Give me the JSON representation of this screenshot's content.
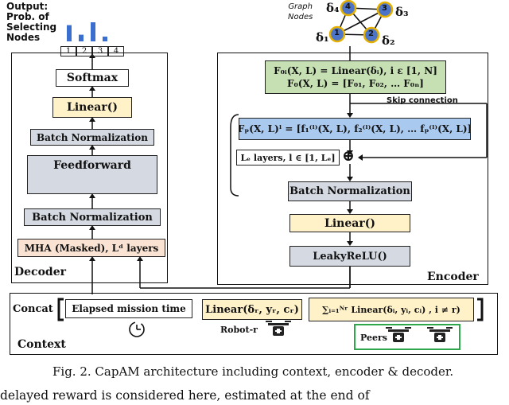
{
  "output": {
    "label": "Output:",
    "prob_line1": "Prob. of",
    "prob_line2": "Selecting",
    "prob_line3": "Nodes",
    "slots": [
      "1",
      "2",
      "3",
      "4"
    ],
    "bar_values": [
      0.85,
      0.35,
      1.0,
      0.25
    ]
  },
  "graph": {
    "label_line1": "Graph",
    "label_line2": "Nodes",
    "nodes": [
      {
        "id": "1",
        "symbol": "δ₁"
      },
      {
        "id": "2",
        "symbol": "δ₂"
      },
      {
        "id": "3",
        "symbol": "δ₃"
      },
      {
        "id": "4",
        "symbol": "δ₄"
      }
    ]
  },
  "decoder": {
    "softmax": "Softmax",
    "linear": "Linear()",
    "batchnorm1": "Batch Normalization",
    "feedforward": "Feedforward",
    "batchnorm2": "Batch Normalization",
    "mha": "MHA (Masked), Lᵈ layers",
    "title": "Decoder"
  },
  "encoder": {
    "f0_line1": "F₀ᵢ(X, L) = Linear(δᵢ), i ε [1, N]",
    "f0_line2": "F₀(X, L) = [F₀₁, F₀₂, … F₀ₙ]",
    "skip": "Skip connection",
    "fp_formula": "Fₚ(X, L)ˡ = [f₁⁽ˡ⁾(X, L), f₂⁽ˡ⁾(X, L), … fₚ⁽ˡ⁾(X, L)]",
    "layers": "Lₑ layers, l ∈ [1, Lₑ]",
    "plus": "⊕",
    "batchnorm": "Batch Normalization",
    "linear": "Linear()",
    "leaky": "LeakyReLU()",
    "title": "Encoder"
  },
  "context": {
    "concat": "Concat",
    "elapsed": "Elapsed mission time",
    "linear_robot": "Linear(ẟᵣ, yᵣ, cᵣ)",
    "linear_peers": "∑ᵢ₌₁ᴺʳ Linear(ẟᵢ, yᵢ, cᵢ) , i ≠ r)",
    "robot": "Robot-r",
    "peers": "Peers",
    "title": "Context"
  },
  "caption": "Fig. 2.   CapAM architecture including context, encoder & decoder.",
  "next_line": "delayed reward is considered here, estimated at the end of",
  "colors": {
    "blue": "#a9c9ef",
    "green": "#c6e0b4",
    "yellow": "#fff2c9",
    "orange": "#fbe3d3",
    "gray": "#d5dae2",
    "node": "#4c74c8",
    "node_outline": "#e6b000",
    "peers": "#2ea64a"
  }
}
